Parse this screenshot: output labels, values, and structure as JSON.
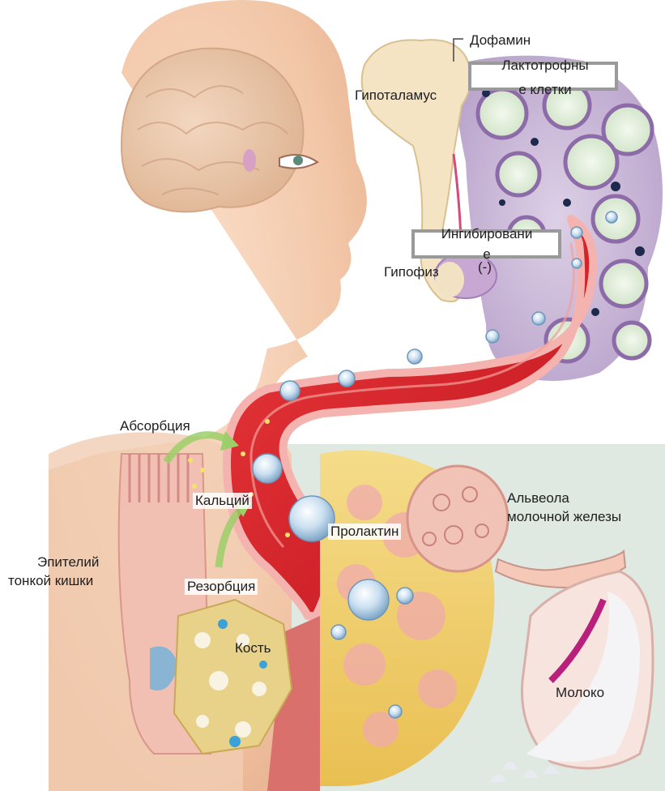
{
  "labels": {
    "dopamine": "Дофамин",
    "lactotroph_line1": "Лактотрофны",
    "lactotroph_line2": "е клетки",
    "hypothalamus": "Гипоталамус",
    "inhibition_line1": "Ингибировани",
    "inhibition_line2": "е",
    "minus_sign": "(-)",
    "pituitary": "Гипофиз",
    "absorption": "Абсорбция",
    "calcium": "Кальций",
    "prolactin": "Пролактин",
    "alveola_line1": "Альвеола",
    "alveola_line2": "молочной железы",
    "epithelium_line1": "Эпителий",
    "epithelium_line2": "тонкой кишки",
    "resorption": "Резорбция",
    "bone": "Кость",
    "milk": "Молоко"
  },
  "colors": {
    "vessel_red": "#d8202a",
    "tissue_purple": "#c9b5d6",
    "alveolus_green": "#e6f1df",
    "bone_yellow": "#e8d28a",
    "breast_yellow": "#f0d36a",
    "skin": "#f3c9ab",
    "arrow_green": "#9ccf6a"
  }
}
